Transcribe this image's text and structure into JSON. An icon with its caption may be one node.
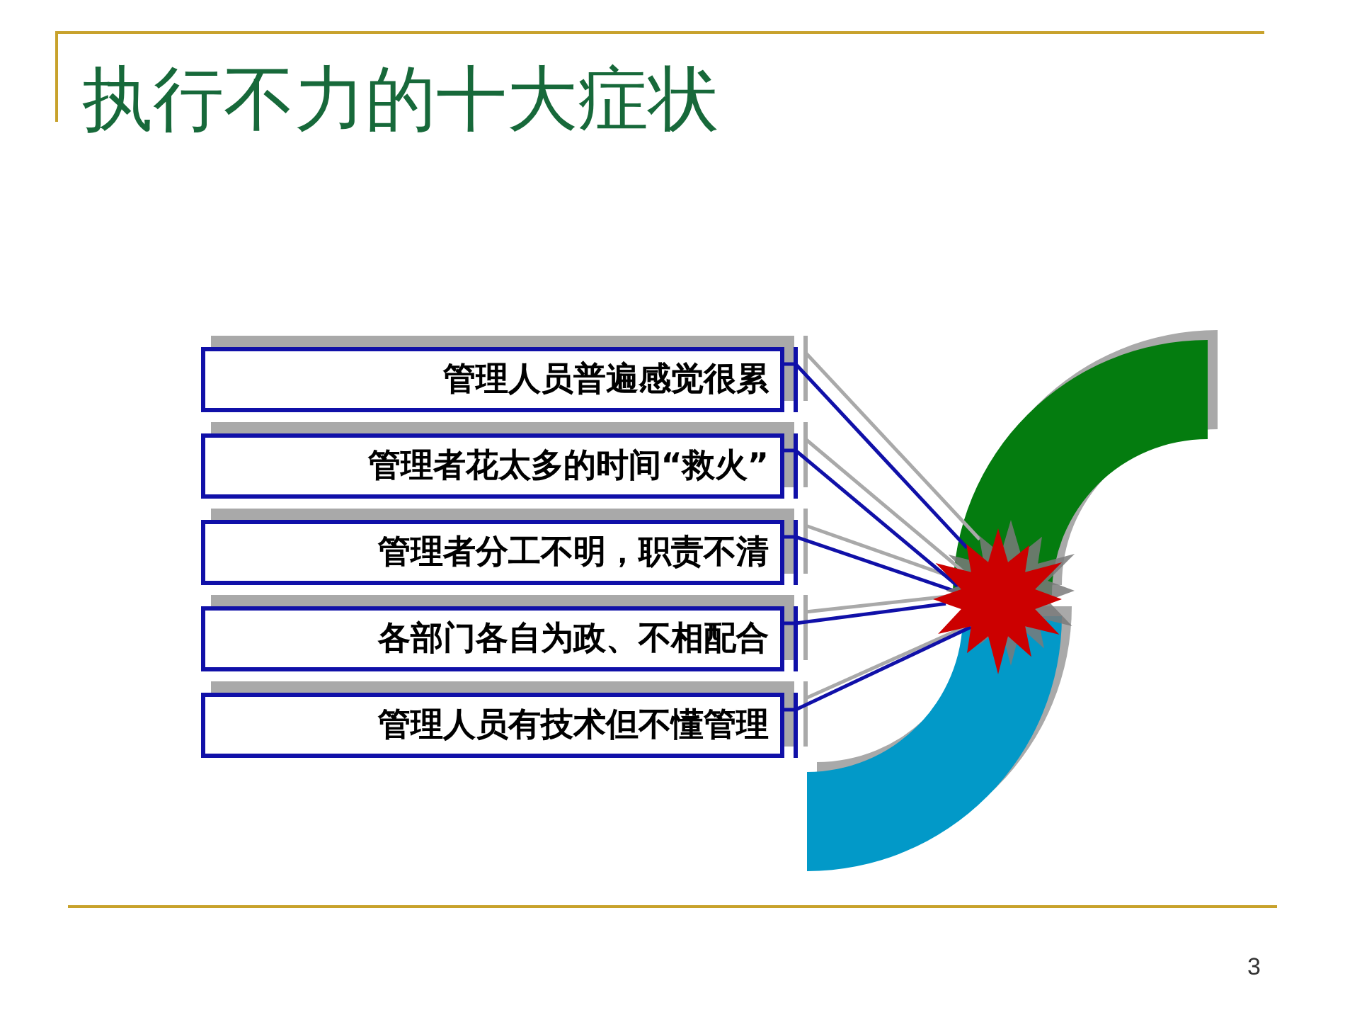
{
  "diagram": {
    "title": "执行不力的十大症状",
    "nodes": [
      {
        "text": [
          "管理人员普遍感觉很累"
        ]
      },
      {
        "text": [
          "管理者花太多的时间“救火”"
        ]
      },
      {
        "text": [
          "管理者分工不明，职责不清"
        ]
      },
      {
        "text": [
          "各部门各自为政、不相配合"
        ]
      },
      {
        "text": [
          "管理人员有技术但不懂管理"
        ]
      },
      {
        "text": [],
        "shape": "star"
      }
    ],
    "edges": [
      {
        "from": 0,
        "to": 5,
        "arrow": "none"
      },
      {
        "from": 1,
        "to": 5,
        "arrow": "none"
      },
      {
        "from": 2,
        "to": 5,
        "arrow": "none"
      },
      {
        "from": 3,
        "to": 5,
        "arrow": "none"
      },
      {
        "from": 4,
        "to": 5,
        "arrow": "none"
      }
    ],
    "labels": [
      "3"
    ]
  }
}
